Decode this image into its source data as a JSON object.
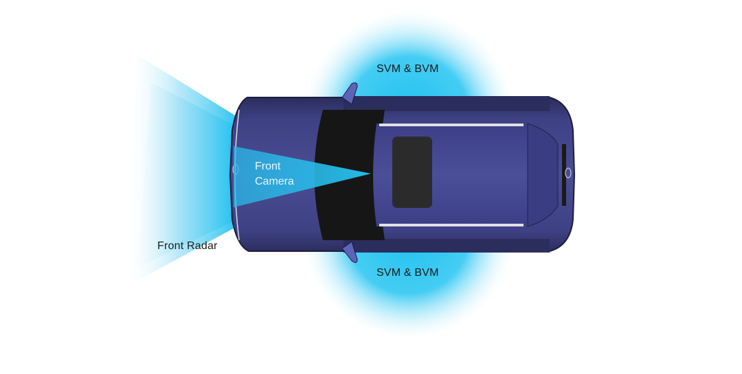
{
  "diagram": {
    "subject": "Top view of SUV with sensor coverage zones",
    "colors": {
      "car_body": "#3a3d7a",
      "car_body_dark": "#23264f",
      "glass": "#141414",
      "sensor_zone": "#29c4f0",
      "label_text": "#1a1a1a",
      "camera_label_text": "#e8f6ff"
    },
    "labels": {
      "top_zone": "SVM & BVM",
      "bottom_zone": "SVM & BVM",
      "front_camera_line1": "Front",
      "front_camera_line2": "Camera",
      "front_radar": "Front Radar"
    }
  }
}
